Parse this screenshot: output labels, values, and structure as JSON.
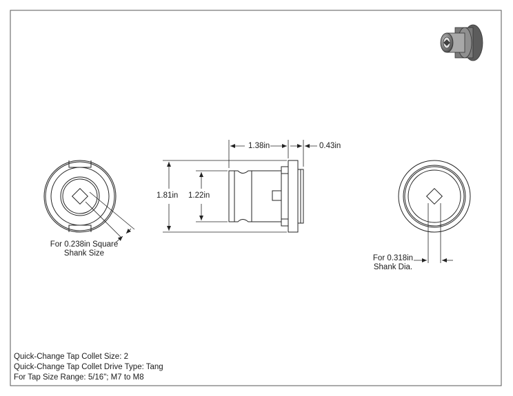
{
  "dimensions": {
    "overall_length": "1.38in",
    "flange_width": "0.43in",
    "outer_diameter": "1.81in",
    "body_diameter": "1.22in",
    "square_callout": [
      "For 0.238in Square",
      "Shank Size"
    ],
    "shank_callout": [
      "For 0.318in",
      "Shank Dia."
    ]
  },
  "notes": [
    "Quick-Change Tap Collet Size: 2",
    "Quick-Change Tap Collet Drive Type: Tang",
    "For Tap Size Range: 5/16\"; M7 to M8"
  ],
  "colors": {
    "line": "#222222",
    "border": "#555555"
  }
}
